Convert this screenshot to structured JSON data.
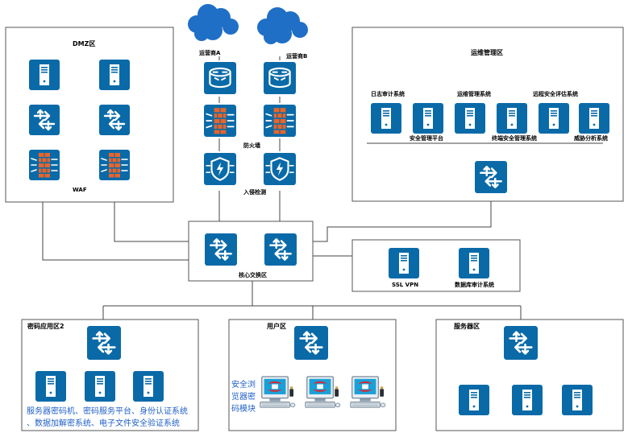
{
  "colors": {
    "icon_blue": "#0a6aa8",
    "icon_white": "#ffffff",
    "firewall": "#e8642a",
    "line": "#444444",
    "cloud": "#1f6fc6",
    "blue_text": "#1f5fc8"
  },
  "internet": {
    "isp_a": "运营商A",
    "isp_b": "运营商B"
  },
  "labels": {
    "firewall": "防火墙",
    "ids": "入侵检测",
    "core": "核心交换区",
    "waf": "WAF"
  },
  "dmz": {
    "title": "DMZ区"
  },
  "ops": {
    "title": "运维管理区",
    "log_audit": "日志审计系统",
    "security_platform": "安全管理平台",
    "ops_system": "运维管理系统",
    "endpoint_mgmt": "终端安全管理系统",
    "remote_eval": "远程安全评估系统",
    "threat_analysis": "威胁分析系统"
  },
  "access": {
    "ssl_vpn": "SSL VPN",
    "db_audit": "数据库审计系统"
  },
  "crypto_zone": {
    "title": "密码应用区2",
    "desc_line1": "服务器密码机、密码服务平台、身份认证系统",
    "desc_line2": "、数据加解密系统、电子文件安全验证系统"
  },
  "user_zone": {
    "title": "用户区",
    "module_line1": "安全浏",
    "module_line2": "览器密",
    "module_line3": "码模块"
  },
  "server_zone": {
    "title": "服务器区"
  }
}
